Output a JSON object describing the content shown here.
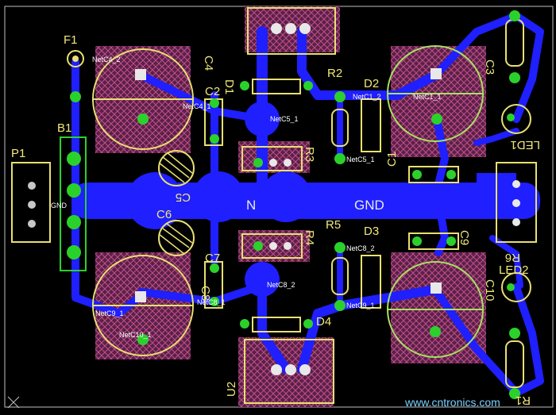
{
  "board": {
    "net_label_gnd": "GND",
    "net_label_n_fragment": "N",
    "watermark": "www.cntronics.com"
  },
  "components": {
    "F1": "F1",
    "B1": "B1",
    "P1": "P1",
    "C4": "C4",
    "C2": "C2",
    "D1": "D1",
    "R2": "R2",
    "D2": "D2",
    "C3": "C3",
    "R3": "R3",
    "LED1": "LED1",
    "C5": "C5",
    "C6": "C6",
    "C1": "C1",
    "C9": "C9",
    "R5": "R5",
    "D3": "D3",
    "R4": "R4",
    "C7": "C7",
    "C8": "C8",
    "C10": "C10",
    "LED2": "LED2",
    "R6": "R6",
    "D4": "D4",
    "U2": "U2",
    "R1": "R1"
  },
  "colors": {
    "background": "#000000",
    "copper": "#1f1fff",
    "silkscreen": "#e8e070",
    "pad_green": "#2bd12b",
    "hatch": "#8a3a6a"
  }
}
